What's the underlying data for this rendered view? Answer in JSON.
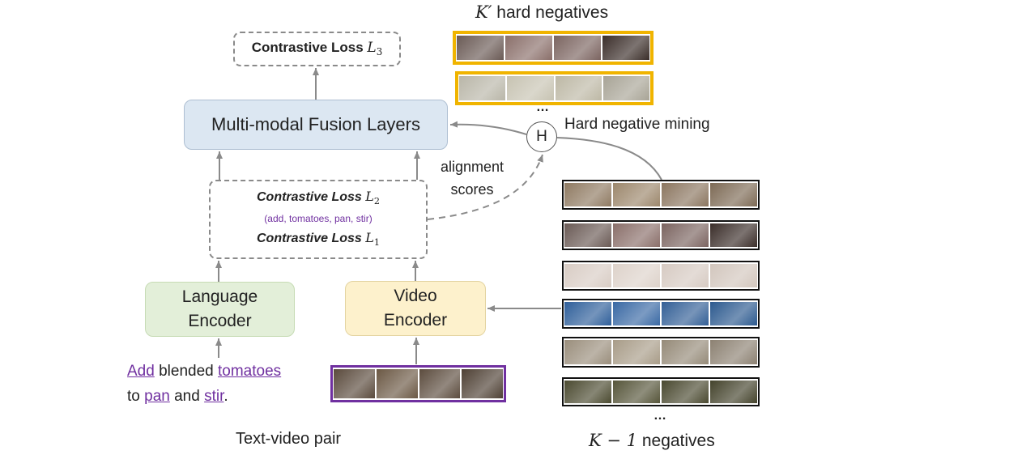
{
  "loss3": {
    "label": "Contrastive Loss",
    "math": "L",
    "sub": "3"
  },
  "fusion": {
    "label": "Multi-modal Fusion Layers"
  },
  "loss2": {
    "label": "Contrastive Loss",
    "math": "L",
    "sub": "2"
  },
  "loss2_words": "(add, tomatoes, pan, stir)",
  "loss1": {
    "label": "Contrastive Loss",
    "math": "L",
    "sub": "1"
  },
  "language_encoder": {
    "line1": "Language",
    "line2": "Encoder"
  },
  "video_encoder": {
    "line1": "Video",
    "line2": "Encoder"
  },
  "text": {
    "w1": "Add",
    "w2": " blended ",
    "w3": "tomatoes",
    "w4": "to ",
    "w5": "pan",
    "w6": " and ",
    "w7": "stir",
    "w8": "."
  },
  "pair_label": "Text-video pair",
  "hard_negatives": {
    "math": "K′",
    "text": " hard negatives"
  },
  "negatives": {
    "math": "K − 1",
    "text": " negatives"
  },
  "mining": {
    "node": "H",
    "label": "Hard negative mining"
  },
  "alignment": {
    "line1": "alignment",
    "line2": "scores"
  },
  "ellipsis": "…",
  "colors": {
    "fusion_fill": "#dce7f2",
    "language_fill": "#e3efd9",
    "video_fill": "#fdf1cc",
    "hard_border": "#f0b400",
    "pair_border": "#7030a0",
    "keyword": "#7030a0",
    "arrow": "#8a8a8a"
  },
  "thumbnails": {
    "hard_1": [
      "#6a5a55",
      "#8a6f6a",
      "#7b6460",
      "#3b2e2a"
    ],
    "hard_2": [
      "#b9b6a8",
      "#c7c3b2",
      "#bdb8a5",
      "#a8a496"
    ],
    "pair": [
      "#5a4a3c",
      "#6b5844",
      "#5c4c3e",
      "#4e4034"
    ],
    "neg_1": [
      "#8f7a62",
      "#9c876c",
      "#8b7660",
      "#7d6a55"
    ],
    "neg_2": [
      "#6a5a55",
      "#8a6f6a",
      "#7b6460",
      "#3b2e2a"
    ],
    "neg_3": [
      "#d8ccc4",
      "#ddd2ca",
      "#d6cac2",
      "#d2c6bd"
    ],
    "neg_4": [
      "#2f5f9a",
      "#3a69a4",
      "#335f96",
      "#2d5a8f"
    ],
    "neg_5": [
      "#9a8e7c",
      "#a89c88",
      "#958a78",
      "#8c8172"
    ],
    "neg_6": [
      "#4b4a30",
      "#56553a",
      "#4a4930",
      "#44432c"
    ]
  }
}
